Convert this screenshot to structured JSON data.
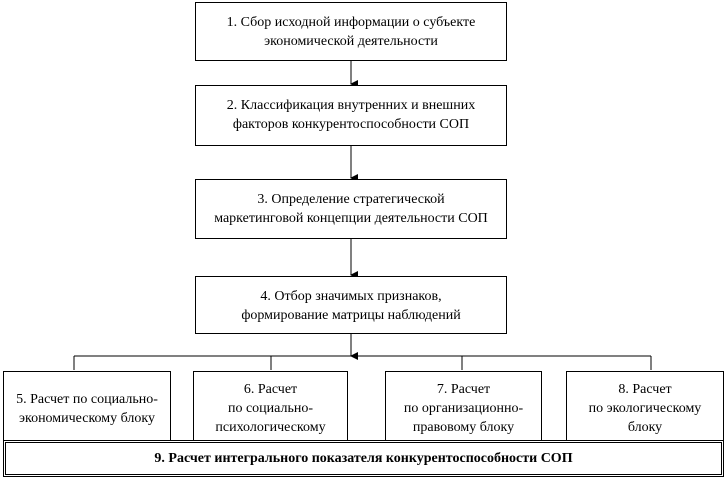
{
  "diagram": {
    "steps": [
      {
        "label": "1. Сбор исходной информации о субъекте\nэкономической деятельности"
      },
      {
        "label": "2. Классификация внутренних и внешних\nфакторов конкурентоспособности СОП"
      },
      {
        "label": "3. Определение стратегической\nмаркетинговой концепции деятельности СОП"
      },
      {
        "label": "4. Отбор значимых признаков,\nформирование матрицы наблюдений"
      }
    ],
    "blocks": [
      {
        "label": "5. Расчет по социально-\nэкономическому блоку"
      },
      {
        "label": "6. Расчет\nпо социально-\nпсихологическому\nблоку"
      },
      {
        "label": "7. Расчет\nпо организационно-\nправовому блоку"
      },
      {
        "label": "8. Расчет\nпо экологическому\nблоку"
      }
    ],
    "final": {
      "label": "9. Расчет интегрального показателя конкурентоспособности СОП"
    }
  }
}
